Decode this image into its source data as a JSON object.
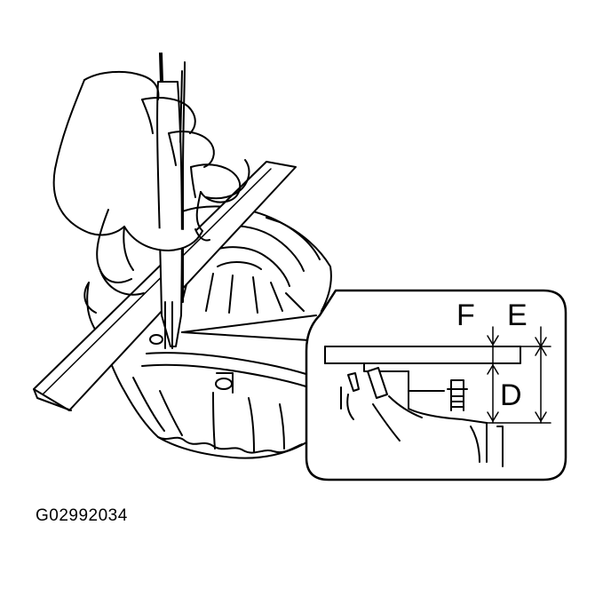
{
  "labels": {
    "f": "F",
    "e": "E",
    "d": "D"
  },
  "figure_id": "G02992034",
  "colors": {
    "ink": "#000000",
    "paper": "#ffffff"
  }
}
